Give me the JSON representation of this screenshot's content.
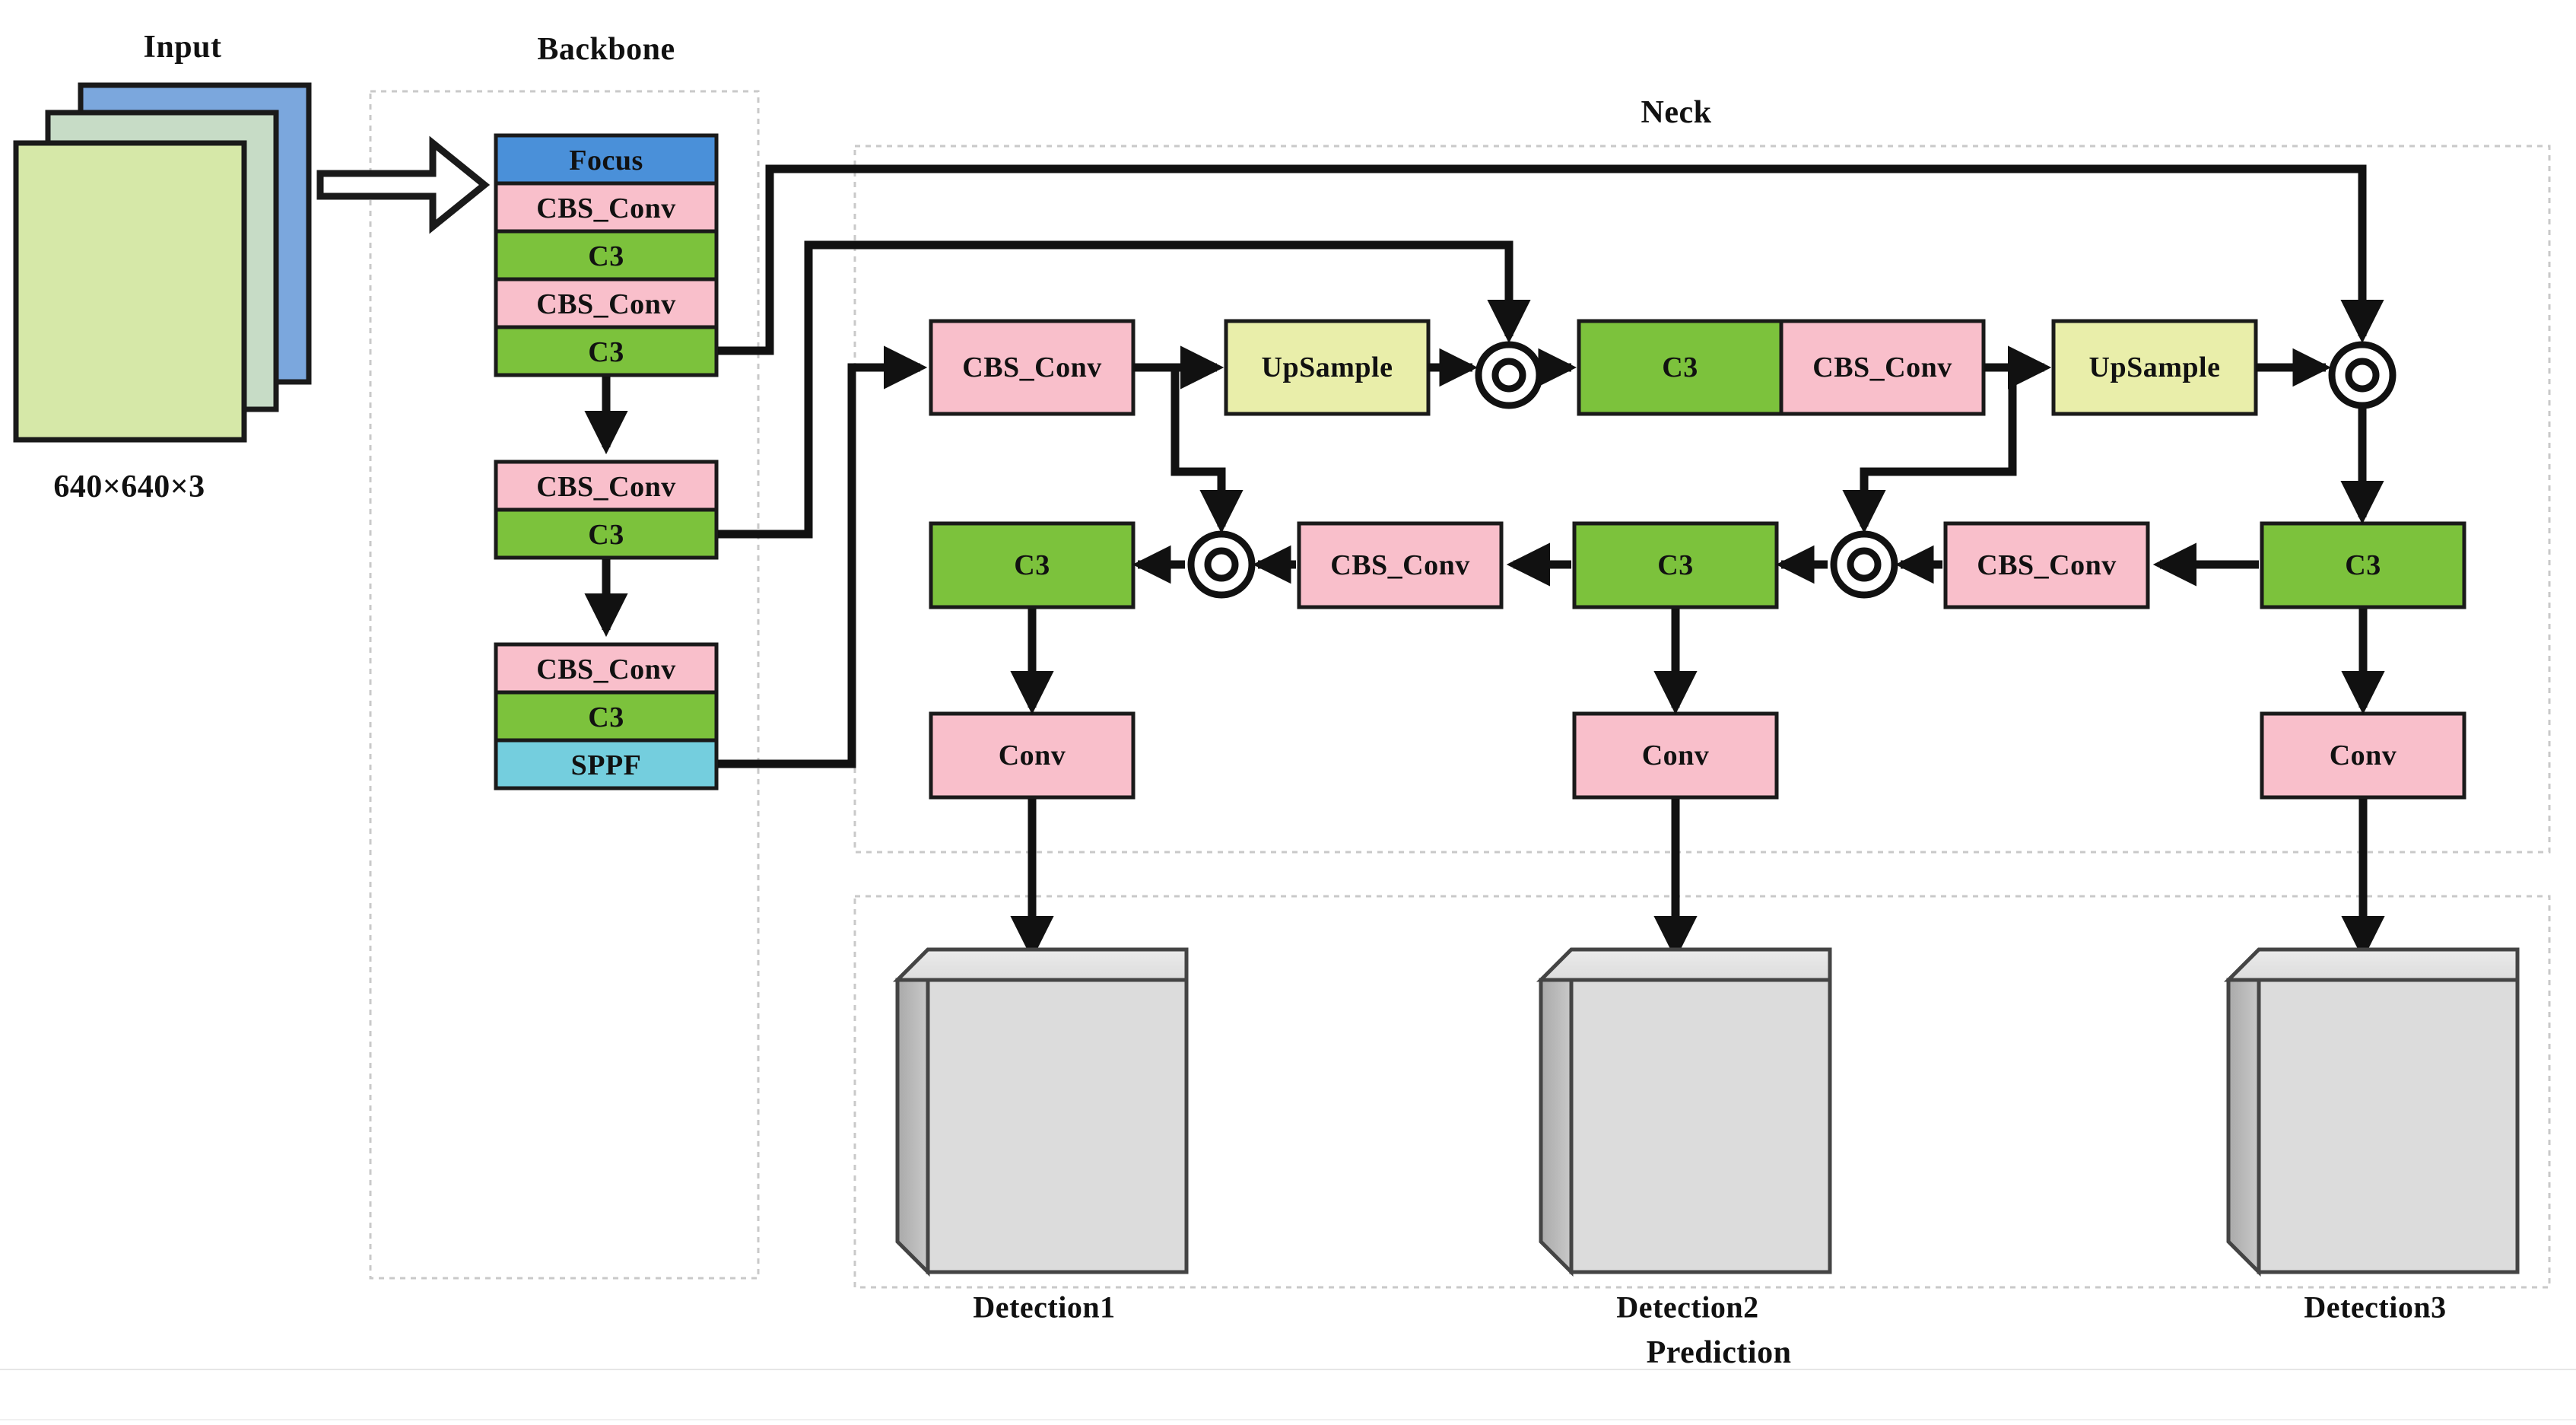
{
  "diagram": {
    "title_sections": {
      "input": "Input",
      "backbone": "Backbone",
      "neck": "Neck",
      "prediction": "Prediction"
    },
    "input": {
      "dimension_label": "640×640×3",
      "layer_colors": [
        "#7ba7dd",
        "#c7dcc6",
        "#d6e8a8"
      ],
      "arrow_name": "input-to-backbone-arrow"
    },
    "colors": {
      "focus": "#4a90d9",
      "cbs_conv": "#f9bfcb",
      "c3": "#7cc23c",
      "sppf": "#74cede",
      "upsample": "#e9eeaa",
      "conv": "#f9bfcb",
      "detection_front": "#dcdcdc",
      "detection_side": "#b5b5b5",
      "detection_top": "#e3e3e3",
      "outline": "#1a1a1a",
      "dashed_border": "#bdbdbd"
    },
    "backbone": {
      "stacks": [
        {
          "name": "backbone-stack-1",
          "blocks": [
            {
              "label": "Focus",
              "type": "focus"
            },
            {
              "label": "CBS_Conv",
              "type": "cbs_conv"
            },
            {
              "label": "C3",
              "type": "c3"
            },
            {
              "label": "CBS_Conv",
              "type": "cbs_conv"
            },
            {
              "label": "C3",
              "type": "c3"
            }
          ]
        },
        {
          "name": "backbone-stack-2",
          "blocks": [
            {
              "label": "CBS_Conv",
              "type": "cbs_conv"
            },
            {
              "label": "C3",
              "type": "c3"
            }
          ]
        },
        {
          "name": "backbone-stack-3",
          "blocks": [
            {
              "label": "CBS_Conv",
              "type": "cbs_conv"
            },
            {
              "label": "C3",
              "type": "c3"
            },
            {
              "label": "SPPF",
              "type": "sppf"
            }
          ]
        }
      ]
    },
    "neck": {
      "row_top": [
        {
          "label": "CBS_Conv",
          "type": "cbs_conv",
          "name": "neck-cbs-conv-1"
        },
        {
          "label": "UpSample",
          "type": "upsample",
          "name": "neck-upsample-1"
        },
        {
          "label": "concat",
          "type": "concat",
          "name": "neck-concat-1"
        },
        {
          "label": "C3",
          "type": "c3",
          "name": "neck-c3-top-1"
        },
        {
          "label": "CBS_Conv",
          "type": "cbs_conv",
          "name": "neck-cbs-conv-2"
        },
        {
          "label": "UpSample",
          "type": "upsample",
          "name": "neck-upsample-2"
        },
        {
          "label": "concat",
          "type": "concat",
          "name": "neck-concat-2"
        }
      ],
      "row_mid": [
        {
          "label": "C3",
          "type": "c3",
          "name": "neck-c3-mid-1"
        },
        {
          "label": "concat",
          "type": "concat",
          "name": "neck-concat-3"
        },
        {
          "label": "CBS_Conv",
          "type": "cbs_conv",
          "name": "neck-cbs-conv-3"
        },
        {
          "label": "C3",
          "type": "c3",
          "name": "neck-c3-mid-2"
        },
        {
          "label": "concat",
          "type": "concat",
          "name": "neck-concat-4"
        },
        {
          "label": "CBS_Conv",
          "type": "cbs_conv",
          "name": "neck-cbs-conv-4"
        },
        {
          "label": "C3",
          "type": "c3",
          "name": "neck-c3-mid-3"
        }
      ],
      "row_conv": [
        {
          "label": "Conv",
          "type": "conv",
          "name": "neck-conv-1"
        },
        {
          "label": "Conv",
          "type": "conv",
          "name": "neck-conv-2"
        },
        {
          "label": "Conv",
          "type": "conv",
          "name": "neck-conv-3"
        }
      ]
    },
    "prediction": {
      "detections": [
        {
          "label": "Detection1",
          "name": "detection-box-1"
        },
        {
          "label": "Detection2",
          "name": "detection-box-2"
        },
        {
          "label": "Detection3",
          "name": "detection-box-3"
        }
      ]
    }
  }
}
